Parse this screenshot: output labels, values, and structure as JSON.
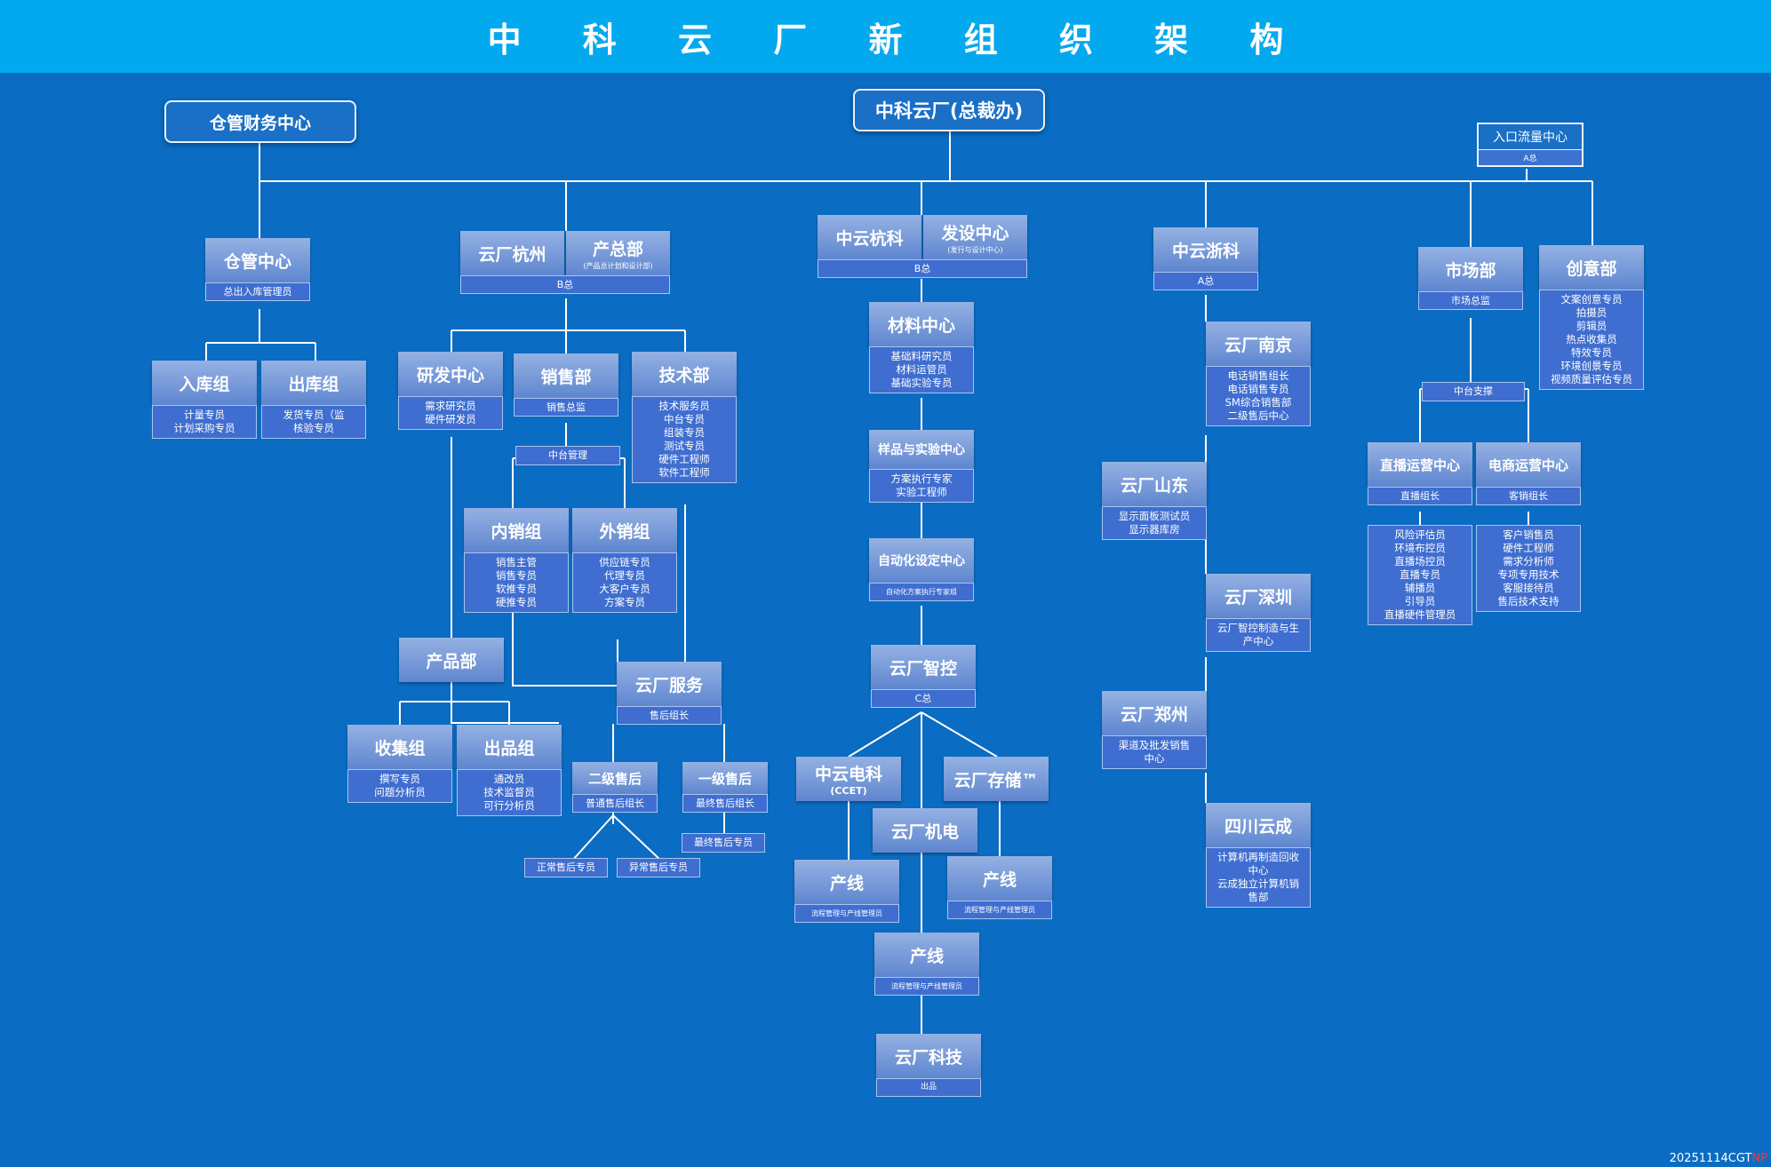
{
  "title": "中 科 云 厂 新 组 织 架 构",
  "footer": {
    "code": "20251114CGT",
    "mark": "NP"
  },
  "root": "中科云厂(总裁办)",
  "warehouse_finance": "仓管财务中心",
  "traffic": {
    "title": "入口流量中心",
    "sub": "A总"
  },
  "n": {
    "cangguan": {
      "title": "仓管中心",
      "bar": "总出入库管理员"
    },
    "ruku": {
      "title": "入库组",
      "items": [
        "计量专员",
        "计划采购专员"
      ]
    },
    "chuku": {
      "title": "出库组",
      "items": [
        "发货专员（监",
        "核验专员"
      ]
    },
    "yunchang_hz": {
      "title": "云厂杭州"
    },
    "chanzongbu": {
      "title": "产总部",
      "sub": "(产品总计划和设计部)"
    },
    "bz_b": "B总",
    "yanfa": {
      "title": "研发中心",
      "items": [
        "需求研究员",
        "硬件研发员"
      ]
    },
    "xiaoshou": {
      "title": "销售部",
      "bar": "销售总监"
    },
    "jishu": {
      "title": "技术部",
      "items": [
        "技术服务员",
        "中台专员",
        "组装专员",
        "测试专员",
        "硬件工程师",
        "软件工程师"
      ]
    },
    "zhongtai_mgmt": "中台管理",
    "neixiao": {
      "title": "内销组",
      "items": [
        "销售主管",
        "销售专员",
        "软推专员",
        "硬推专员"
      ]
    },
    "waixiao": {
      "title": "外销组",
      "items": [
        "供应链专员",
        "代理专员",
        "大客户专员",
        "方案专员"
      ]
    },
    "chanpin": {
      "title": "产品部"
    },
    "yunchang_fw": {
      "title": "云厂服务",
      "bar": "售后组长"
    },
    "shouji": {
      "title": "收集组",
      "items": [
        "撰写专员",
        "问题分析员"
      ]
    },
    "chupin": {
      "title": "出品组",
      "items": [
        "通改员",
        "技术监督员",
        "可行分析员"
      ]
    },
    "erji": {
      "title": "二级售后",
      "bar": "普通售后组长"
    },
    "yiji": {
      "title": "一级售后",
      "bar": "最终售后组长"
    },
    "zhengchang": "正常售后专员",
    "yichang": "异常售后专员",
    "zuizhong": "最终售后专员",
    "zhongyun_hk": {
      "title": "中云杭科"
    },
    "fashe": {
      "title": "发设中心",
      "sub": "(发行与设计中心)"
    },
    "bz_b2": "B总",
    "cailiao": {
      "title": "材料中心",
      "items": [
        "基础料研究员",
        "材料运管员",
        "基础实验专员"
      ]
    },
    "yangpin": {
      "title": "样品与实验中心",
      "items": [
        "方案执行专家",
        "实验工程师"
      ]
    },
    "zidong": {
      "title": "自动化设定中心",
      "bar": "自动化方案执行专家组"
    },
    "zhikong": {
      "title": "云厂智控",
      "bar": "C总"
    },
    "dianke": {
      "title": "中云电科",
      "sub": "(CCET)"
    },
    "cunchu": {
      "title": "云厂存储™"
    },
    "jidian": {
      "title": "云厂机电"
    },
    "chanxian1": {
      "title": "产线",
      "bar": "流程管理与产线管理员"
    },
    "chanxian2": {
      "title": "产线",
      "bar": "流程管理与产线管理员"
    },
    "chanxian3": {
      "title": "产线",
      "bar": "流程管理与产线管理员"
    },
    "keji": {
      "title": "云厂科技",
      "bar": "出品"
    },
    "zheke": {
      "title": "中云浙科",
      "bar": "A总"
    },
    "nanjing": {
      "title": "云厂南京",
      "items": [
        "电话销售组长",
        "电话销售专员",
        "SM综合销售部",
        "二级售后中心"
      ]
    },
    "shandong": {
      "title": "云厂山东",
      "items": [
        "显示面板测试员",
        "显示器库房"
      ]
    },
    "shenzhen": {
      "title": "云厂深圳",
      "items": [
        "云厂智控制造与生",
        "产中心"
      ]
    },
    "zhengzhou": {
      "title": "云厂郑州",
      "items": [
        "渠道及批发销售",
        "中心"
      ]
    },
    "sichuan": {
      "title": "四川云成",
      "items": [
        "计算机再制造回收",
        "中心",
        "云成独立计算机销",
        "售部"
      ]
    },
    "shichang": {
      "title": "市场部",
      "bar": "市场总监"
    },
    "chuangyi": {
      "title": "创意部",
      "items": [
        "文案创意专员",
        "拍摄员",
        "剪辑员",
        "热点收集员",
        "特效专员",
        "环境创景专员",
        "视频质量评估专员"
      ]
    },
    "zhongtai_zc": "中台支撑",
    "zhibo": {
      "title": "直播运营中心",
      "bar": "直播组长",
      "items": [
        "风险评估员",
        "环境布控员",
        "直播场控员",
        "直播专员",
        "辅播员",
        "引导员",
        "直播硬件管理员"
      ]
    },
    "dianshang": {
      "title": "电商运营中心",
      "bar": "客销组长",
      "items": [
        "客户销售员",
        "硬件工程师",
        "需求分析师",
        "专项专用技术",
        "客服接待员",
        "售后技术支持"
      ]
    }
  }
}
